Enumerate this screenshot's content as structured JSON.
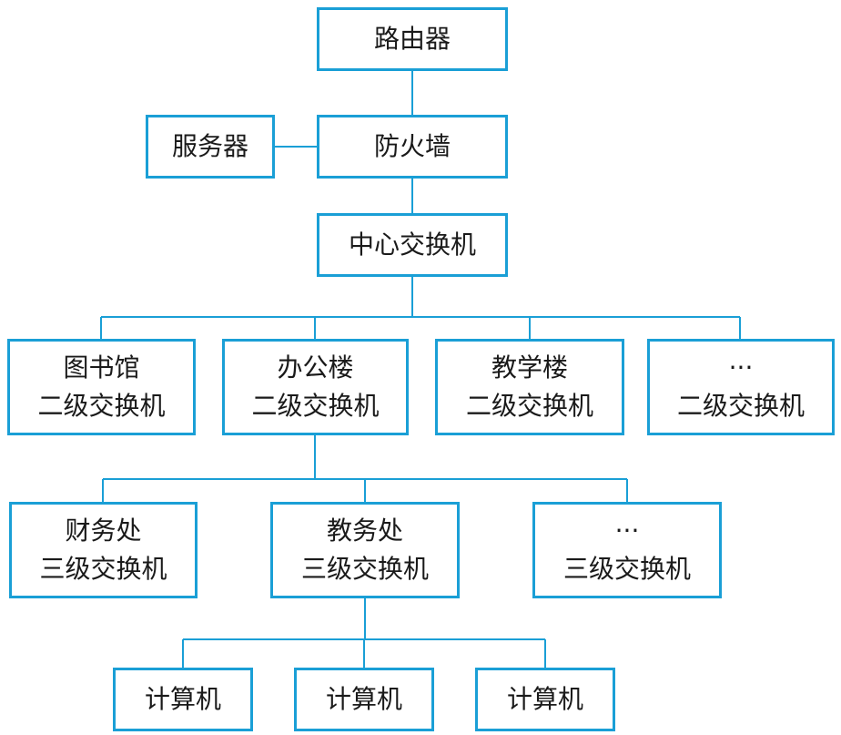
{
  "colors": {
    "box_border": "#1a9fd6",
    "connector": "#1a9fd6",
    "text": "#1a1a1a",
    "background": "#ffffff"
  },
  "nodes": {
    "router": {
      "line1": "路由器"
    },
    "server": {
      "line1": "服务器"
    },
    "firewall": {
      "line1": "防火墙"
    },
    "core": {
      "line1": "中心交换机"
    },
    "l2_library": {
      "line1": "图书馆",
      "line2": "二级交换机"
    },
    "l2_office": {
      "line1": "办公楼",
      "line2": "二级交换机"
    },
    "l2_teaching": {
      "line1": "教学楼",
      "line2": "二级交换机"
    },
    "l2_more": {
      "line1": "···",
      "line2": "二级交换机"
    },
    "l3_finance": {
      "line1": "财务处",
      "line2": "三级交换机"
    },
    "l3_academic": {
      "line1": "教务处",
      "line2": "三级交换机"
    },
    "l3_more": {
      "line1": "···",
      "line2": "三级交换机"
    },
    "pc1": {
      "line1": "计算机"
    },
    "pc2": {
      "line1": "计算机"
    },
    "pc3": {
      "line1": "计算机"
    }
  },
  "edges": [
    [
      "router",
      "firewall"
    ],
    [
      "server",
      "firewall"
    ],
    [
      "firewall",
      "core"
    ],
    [
      "core",
      "l2_library"
    ],
    [
      "core",
      "l2_office"
    ],
    [
      "core",
      "l2_teaching"
    ],
    [
      "core",
      "l2_more"
    ],
    [
      "l2_office",
      "l3_finance"
    ],
    [
      "l2_office",
      "l3_academic"
    ],
    [
      "l2_office",
      "l3_more"
    ],
    [
      "l3_academic",
      "pc1"
    ],
    [
      "l3_academic",
      "pc2"
    ],
    [
      "l3_academic",
      "pc3"
    ]
  ]
}
